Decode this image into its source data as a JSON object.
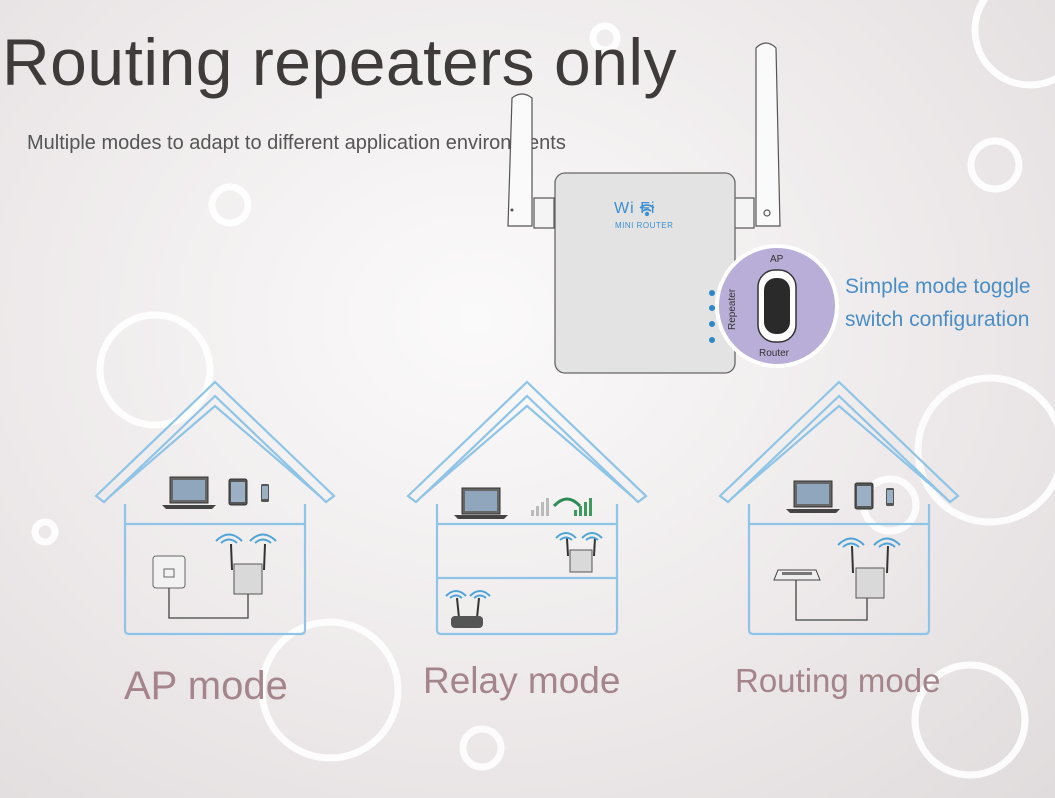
{
  "header": {
    "title": "Routing repeaters only",
    "subtitle": "Multiple modes to adapt to different application environments"
  },
  "device": {
    "brand": "Wi  Fi",
    "model_label": "MINI ROUTER",
    "switch_labels": {
      "top": "AP",
      "side": "Repeater",
      "bottom": "Router"
    }
  },
  "toggle_note": {
    "line1": "Simple mode toggle",
    "line2": "switch configuration"
  },
  "modes": [
    {
      "label": "AP mode"
    },
    {
      "label": "Relay mode"
    },
    {
      "label": "Routing mode"
    }
  ],
  "colors": {
    "house_outline": "#8fc4e6",
    "accent_blue": "#4a8ec7",
    "mode_label": "#a5858c",
    "switch_circle": "#b9aed7"
  }
}
